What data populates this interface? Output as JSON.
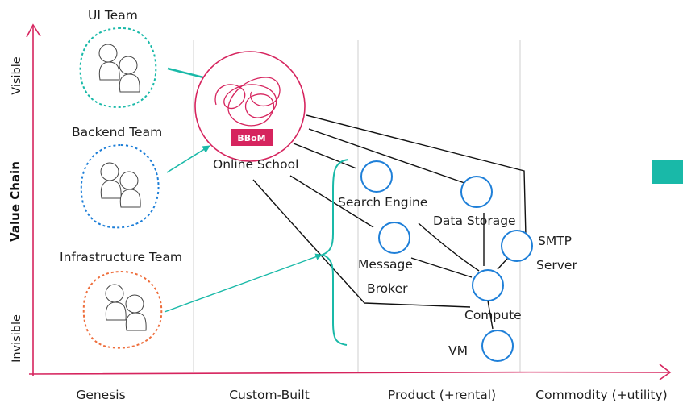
{
  "axes": {
    "y_title": "Value Chain",
    "y_top": "Visible",
    "y_bottom": "Invisible",
    "x_stages": [
      "Genesis",
      "Custom-Built",
      "Product (+rental)",
      "Commodity (+utility)"
    ]
  },
  "teams": {
    "ui": "UI Team",
    "backend": "Backend Team",
    "infra": "Infrastructure Team"
  },
  "bbom": {
    "badge": "BBoM",
    "label": "Online School"
  },
  "components": {
    "search": "Search Engine",
    "storage": "Data Storage",
    "smtp_1": "SMTP",
    "smtp_2": "Server",
    "msg_1": "Message",
    "msg_2": "Broker",
    "compute": "Compute",
    "vm": "VM"
  },
  "colors": {
    "axis": "#d6245e",
    "component": "#1e7fd8",
    "team_ui": "#19b9a8",
    "team_backend": "#1e7fd8",
    "team_infra": "#ee6e3c",
    "bbom": "#d6245e",
    "arrows": "#19b9a8"
  },
  "icons": {
    "team_members": "people-icon",
    "bbom": "scribble-icon",
    "bracket": "curly-brace-icon",
    "marker": "teal-square-icon"
  }
}
